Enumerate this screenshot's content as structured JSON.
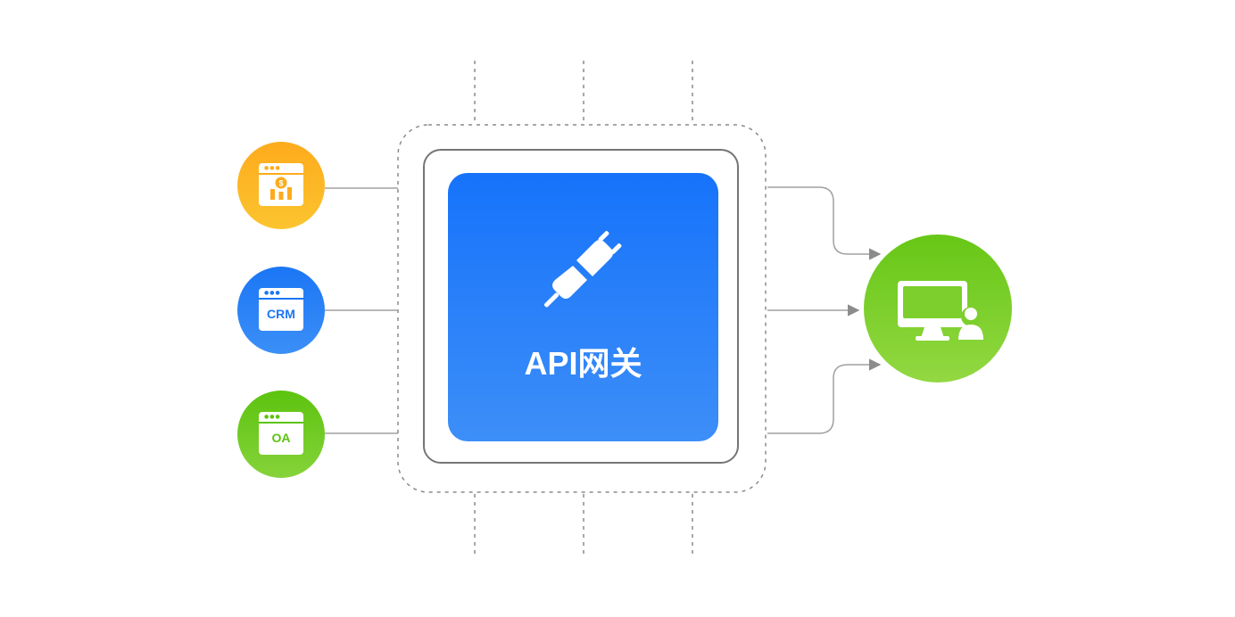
{
  "diagram": {
    "gateway": {
      "title": "API网关",
      "icon": "plug-connector-icon",
      "color_top": "#1673fa",
      "color_bottom": "#3d8ef8"
    },
    "sources": [
      {
        "id": "finance",
        "label": "",
        "icon": "finance-window-icon",
        "color": "#fdab1d"
      },
      {
        "id": "crm",
        "label": "CRM",
        "icon": "crm-window-icon",
        "color": "#1b76f5"
      },
      {
        "id": "oa",
        "label": "OA",
        "icon": "oa-window-icon",
        "color": "#5cc30f"
      }
    ],
    "target": {
      "id": "client",
      "icon": "computer-user-icon",
      "color": "#66c716"
    },
    "edges": [
      {
        "from": "finance",
        "to": "gateway"
      },
      {
        "from": "crm",
        "to": "gateway"
      },
      {
        "from": "oa",
        "to": "gateway"
      },
      {
        "from": "gateway",
        "to": "client"
      },
      {
        "from": "gateway",
        "to": "client"
      },
      {
        "from": "gateway",
        "to": "client"
      }
    ]
  }
}
